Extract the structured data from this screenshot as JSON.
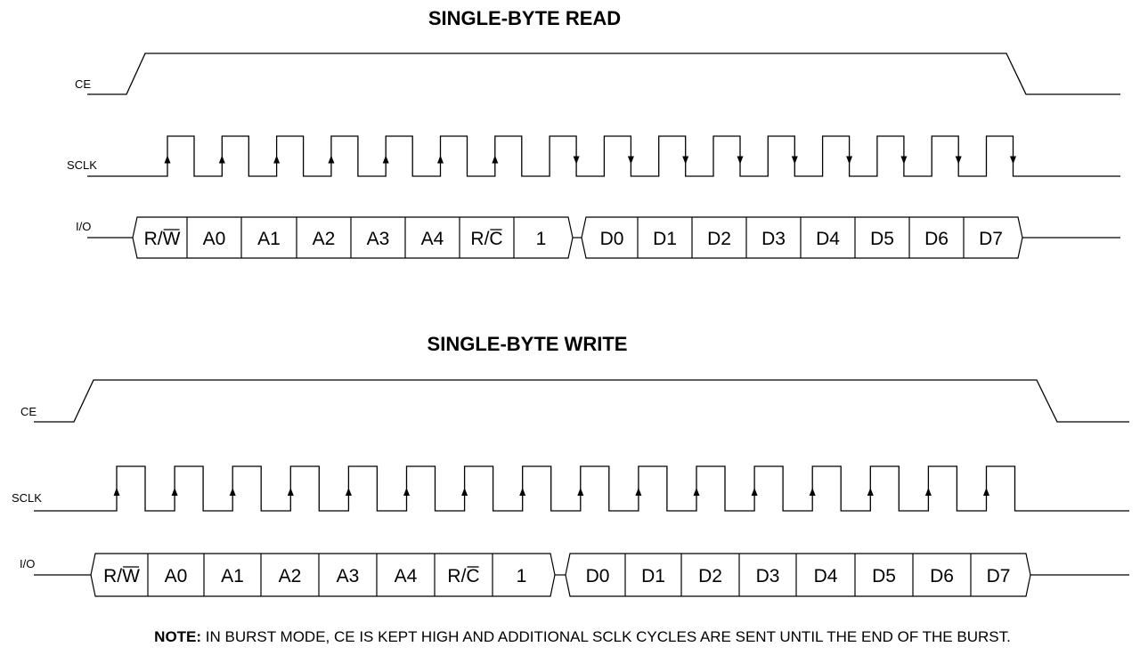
{
  "read": {
    "title": "SINGLE-BYTE READ",
    "signals": {
      "ce": "CE",
      "sclk": "SCLK",
      "io": "I/O"
    },
    "command_bits": [
      {
        "text": "R/",
        "over": "W"
      },
      {
        "text": "A0",
        "over": ""
      },
      {
        "text": "A1",
        "over": ""
      },
      {
        "text": "A2",
        "over": ""
      },
      {
        "text": "A3",
        "over": ""
      },
      {
        "text": "A4",
        "over": ""
      },
      {
        "text": "R/",
        "over": "C"
      },
      {
        "text": "1",
        "over": ""
      }
    ],
    "data_bits": [
      "D0",
      "D1",
      "D2",
      "D3",
      "D4",
      "D5",
      "D6",
      "D7"
    ]
  },
  "write": {
    "title": "SINGLE-BYTE WRITE",
    "signals": {
      "ce": "CE",
      "sclk": "SCLK",
      "io": "I/O"
    },
    "command_bits": [
      {
        "text": "R/",
        "over": "W"
      },
      {
        "text": "A0",
        "over": ""
      },
      {
        "text": "A1",
        "over": ""
      },
      {
        "text": "A2",
        "over": ""
      },
      {
        "text": "A3",
        "over": ""
      },
      {
        "text": "A4",
        "over": ""
      },
      {
        "text": "R/",
        "over": "C"
      },
      {
        "text": "1",
        "over": ""
      }
    ],
    "data_bits": [
      "D0",
      "D1",
      "D2",
      "D3",
      "D4",
      "D5",
      "D6",
      "D7"
    ]
  },
  "note": {
    "label": "NOTE:",
    "text": " IN BURST MODE, CE IS KEPT HIGH AND ADDITIONAL SCLK CYCLES ARE SENT UNTIL THE END OF THE BURST."
  },
  "colors": {
    "line": "#000000",
    "background": "#ffffff"
  }
}
